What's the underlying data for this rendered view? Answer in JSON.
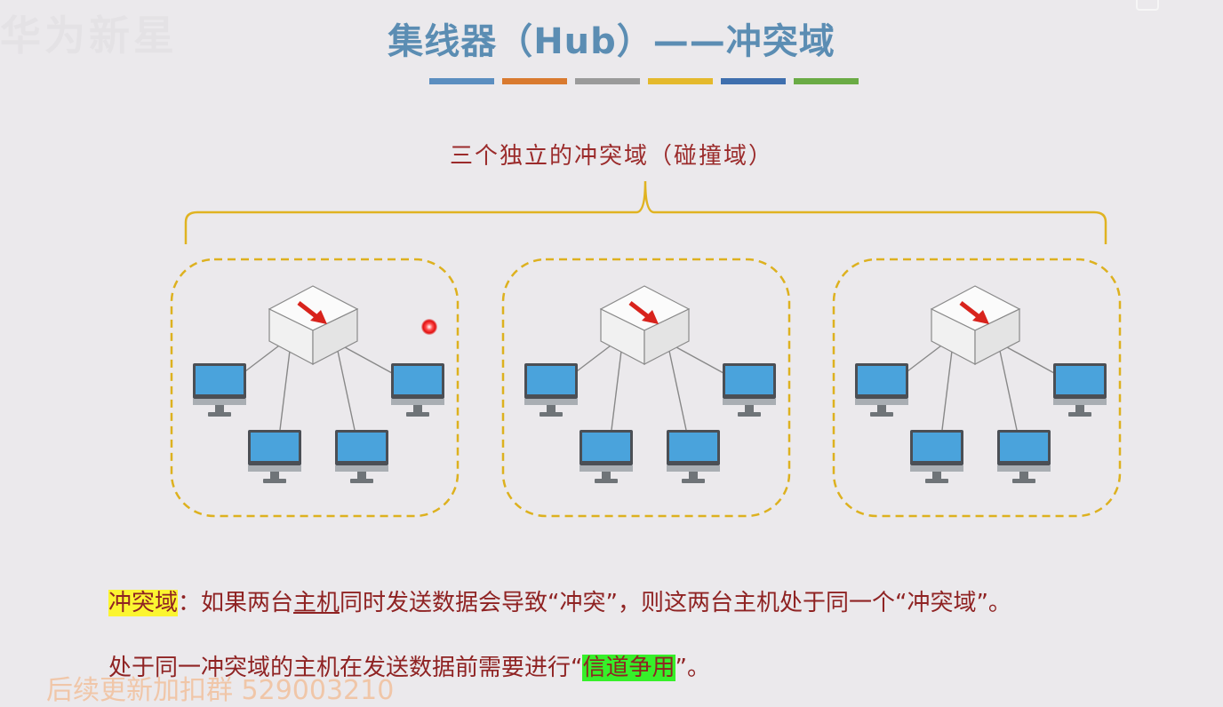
{
  "slide": {
    "title": "集线器（Hub）——冲突域",
    "watermark": "华为新星",
    "subtitle": "三个独立的冲突域（碰撞域）",
    "color_bars": [
      "#5b8ec0",
      "#d97a2f",
      "#9a9a9a",
      "#e4b92c",
      "#3f6fae",
      "#6aab45"
    ],
    "lines": {
      "line1": {
        "highlight": "冲突域",
        "part_a": "：如果两台",
        "underlined": "主机",
        "part_b": "同时发送数据会导致“冲突”，则这两台主机处于同一个“冲突域”。"
      },
      "line2": {
        "part_a": "处于同一冲突域的主机在发送数据前需要进行“",
        "highlight": "信道争用",
        "part_b": "”。"
      }
    },
    "bottom_watermark": "后续更新加扣群  529003210"
  },
  "diagram": {
    "domains": [
      {
        "hub": "hub-icon",
        "computers": 4
      },
      {
        "hub": "hub-icon",
        "computers": 4
      },
      {
        "hub": "hub-icon",
        "computers": 4
      }
    ],
    "colors": {
      "bracket": "#e0b321",
      "domain_border": "#ddb11f",
      "monitor_screen": "#4aa3dc",
      "monitor_stand": "#6f7478",
      "hub_arrow": "#d8231c"
    }
  }
}
